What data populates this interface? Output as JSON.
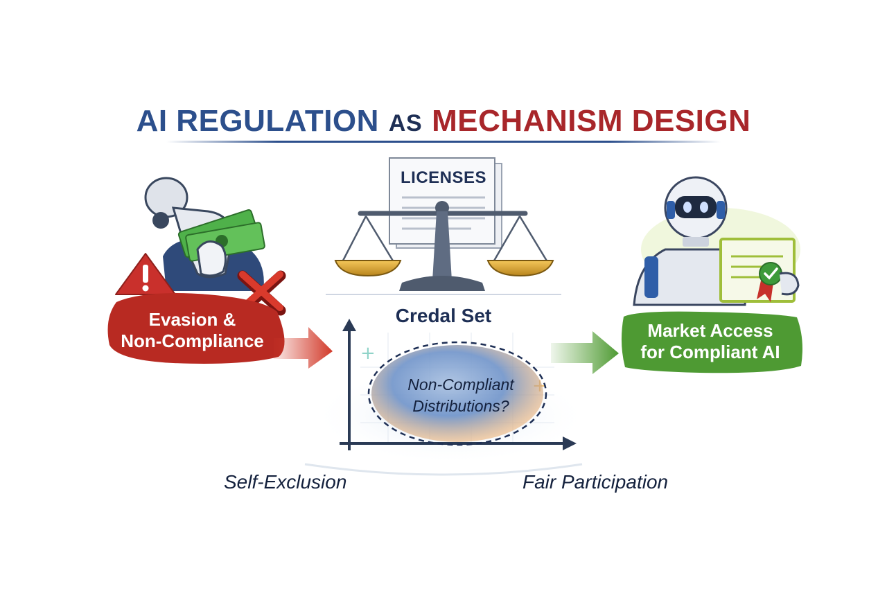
{
  "title": {
    "part1": "AI REGULATION",
    "part2": "AS",
    "part3": "MECHANISM DESIGN"
  },
  "left_panel": {
    "line1": "Evasion &",
    "line2": "Non-Compliance"
  },
  "center_panel": {
    "document_label": "LICENSES",
    "scale_caption": "Credal Set",
    "ellipse_line1": "Non-Compliant",
    "ellipse_line2": "Distributions?"
  },
  "right_panel": {
    "line1": "Market Access",
    "line2": "for Compliant AI"
  },
  "axes": {
    "left_label": "Self-Exclusion",
    "right_label": "Fair Participation"
  },
  "colors": {
    "blue": "#2c4f8c",
    "navy": "#1e2f55",
    "red": "#b52a22",
    "green": "#4e9a33",
    "gold": "#d9a72e"
  }
}
